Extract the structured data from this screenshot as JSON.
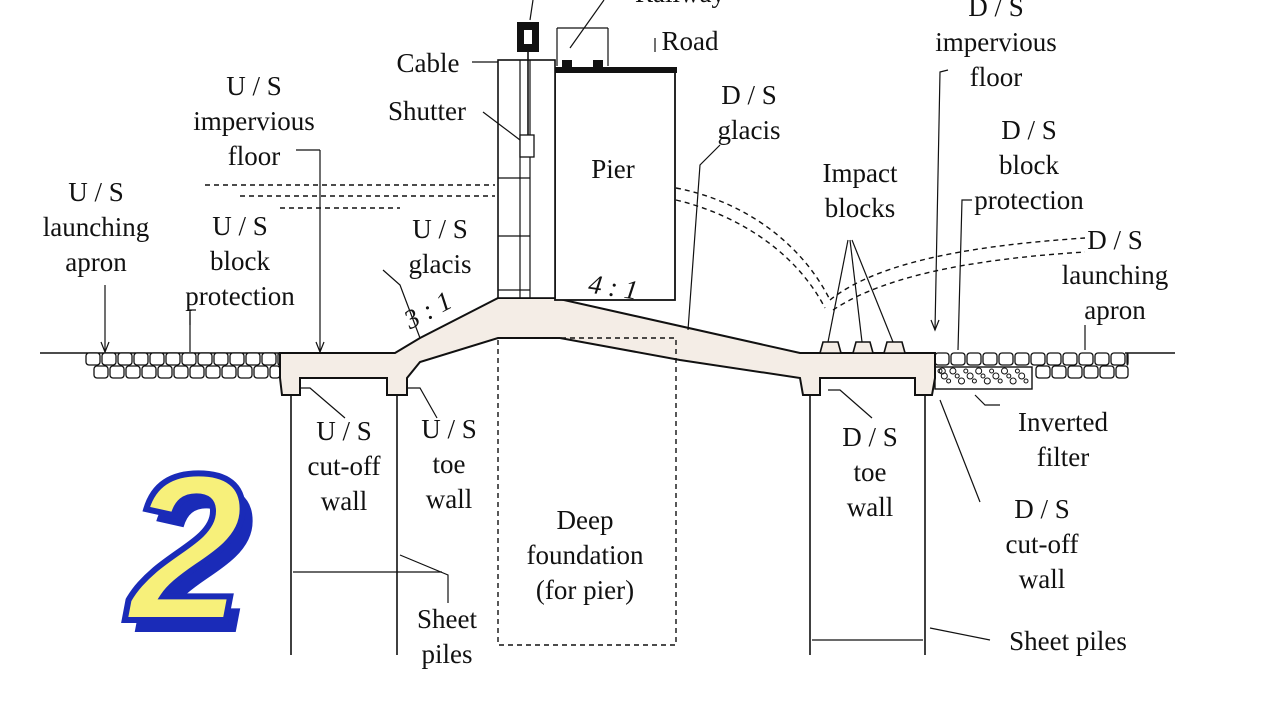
{
  "labels": {
    "railway": "Railway",
    "road": "Road",
    "cable": "Cable",
    "shutter": "Shutter",
    "pier": "Pier",
    "us_impervious_floor": [
      "U / S",
      "impervious",
      "floor"
    ],
    "us_launching_apron": [
      "U / S",
      "launching",
      "apron"
    ],
    "us_block_protection": [
      "U / S",
      "block",
      "protection"
    ],
    "us_glacis": [
      "U / S",
      "glacis"
    ],
    "ds_glacis": [
      "D / S",
      "glacis"
    ],
    "ds_impervious_floor": [
      "D / S",
      "impervious",
      "floor"
    ],
    "ds_block_protection": [
      "D / S",
      "block",
      "protection"
    ],
    "ds_launching_apron": [
      "D / S",
      "launching",
      "apron"
    ],
    "impact_blocks": [
      "Impact",
      "blocks"
    ],
    "us_cutoff_wall": [
      "U / S",
      "cut-off",
      "wall"
    ],
    "us_toe_wall": [
      "U / S",
      "toe",
      "wall"
    ],
    "ds_toe_wall": [
      "D / S",
      "toe",
      "wall"
    ],
    "ds_cutoff_wall": [
      "D / S",
      "cut-off",
      "wall"
    ],
    "inverted_filter": [
      "Inverted",
      "filter"
    ],
    "deep_foundation": [
      "Deep",
      "foundation",
      "(for pier)"
    ],
    "sheet_piles_left": [
      "Sheet",
      "piles"
    ],
    "sheet_piles_right": "Sheet piles",
    "slope_us": "3 : 1",
    "slope_ds": "4 : 1"
  },
  "badge": {
    "number": "2",
    "fill": "#f7f07a",
    "outline": "#1a2bb8"
  }
}
